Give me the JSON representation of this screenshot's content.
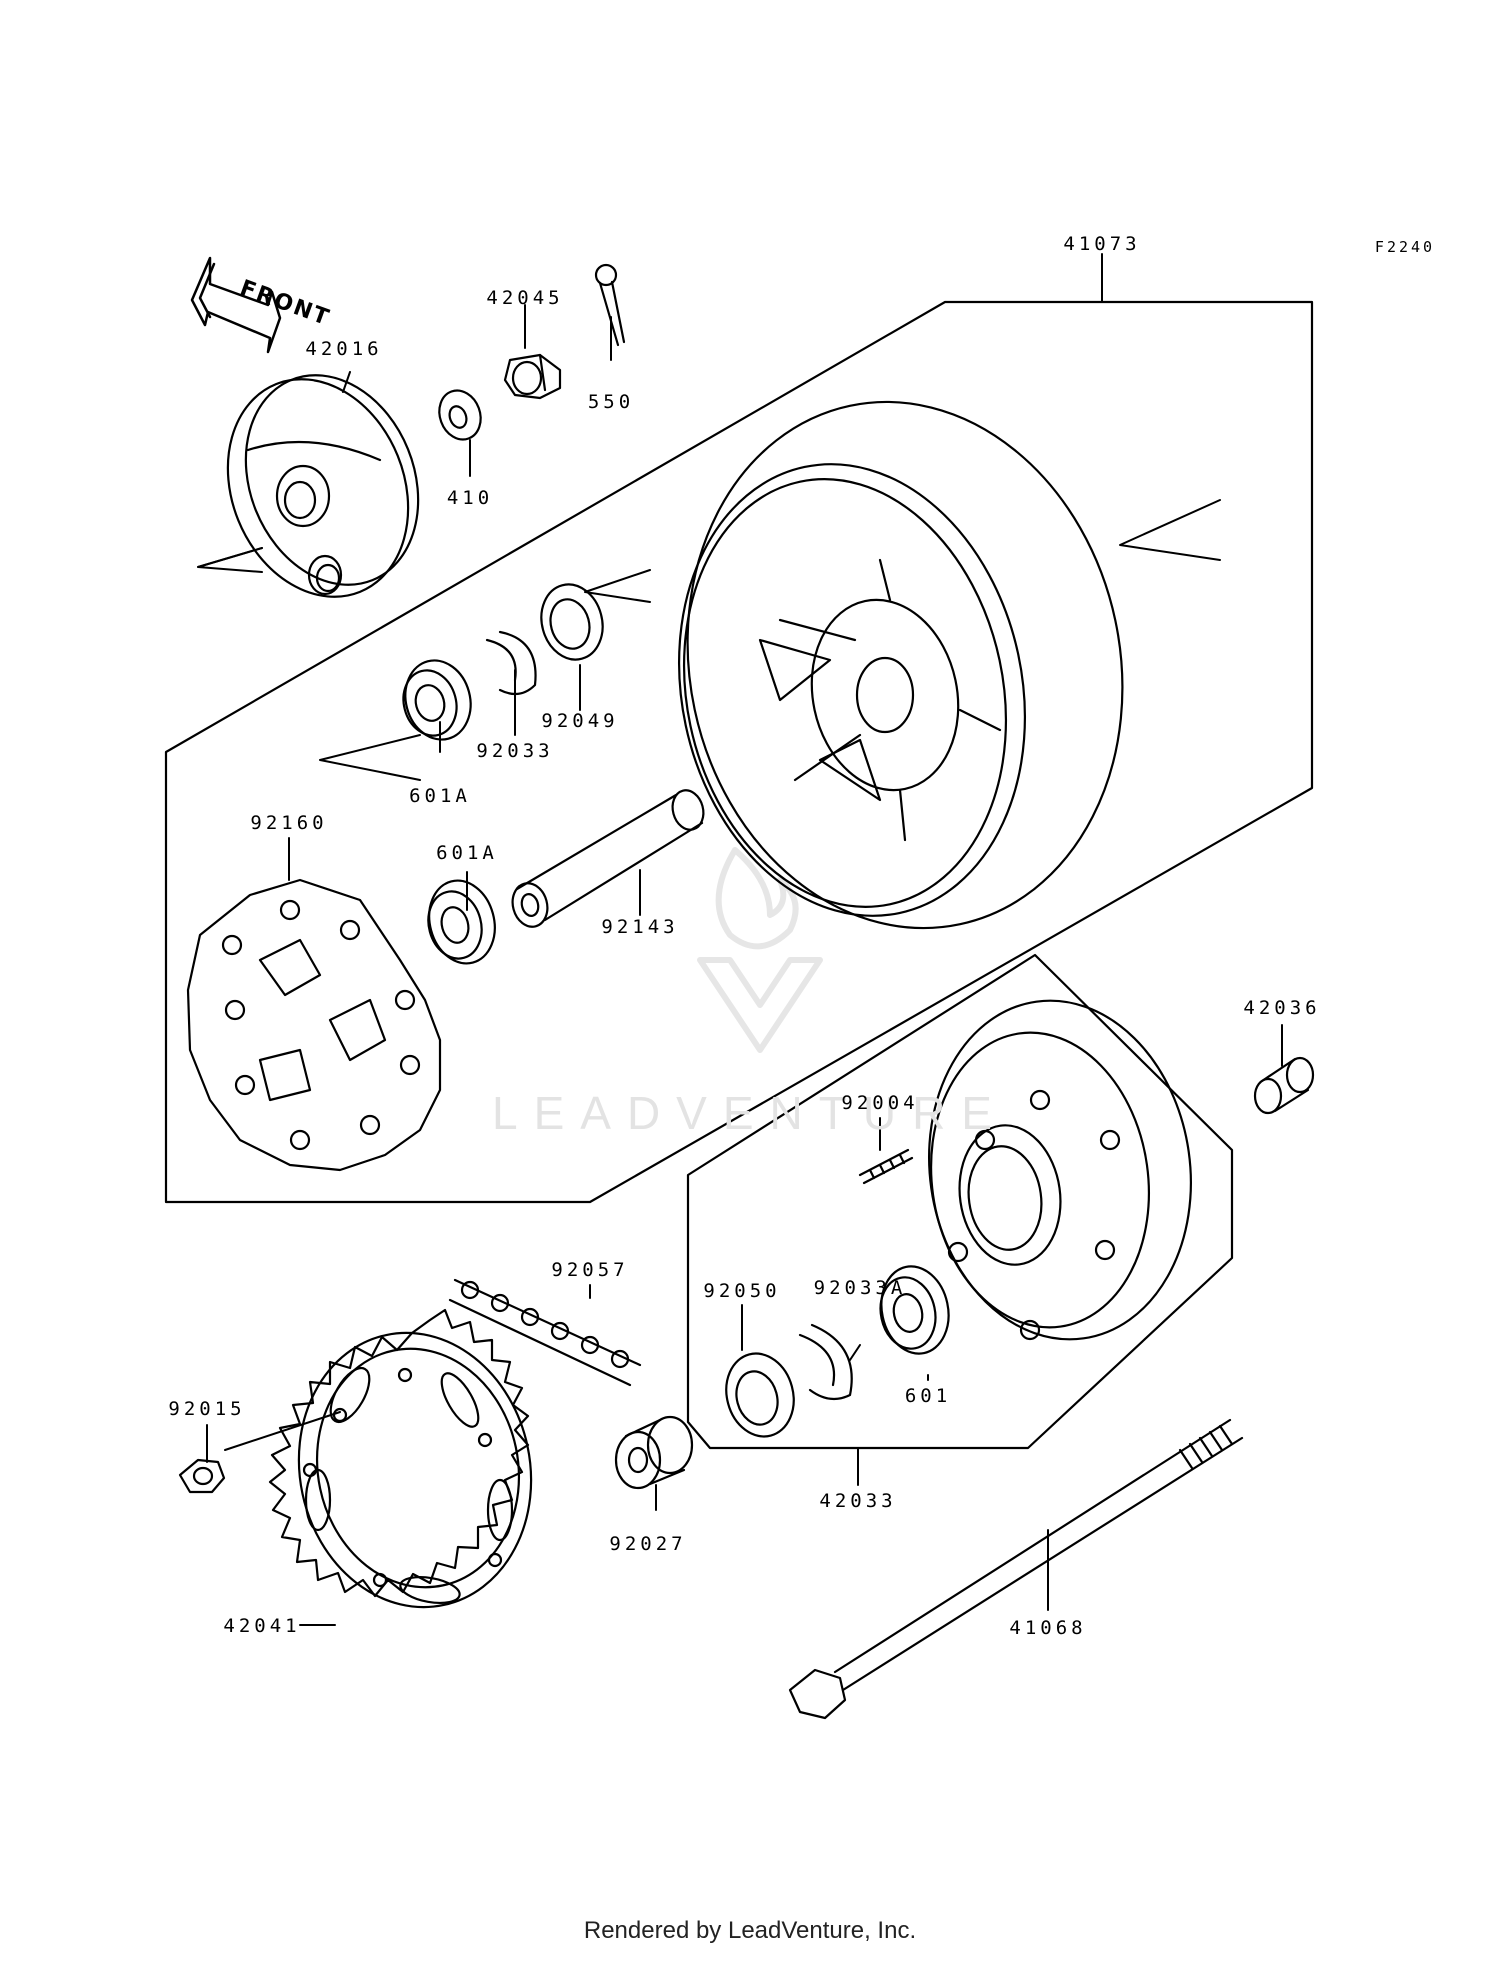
{
  "diagram": {
    "code": "F2240",
    "front_label": "FRONT",
    "watermark_text": "LEADVENTURE",
    "footer": "Rendered by LeadVenture, Inc.",
    "line_color": "#000000",
    "watermark_color": "#e3e3e3",
    "parts": [
      {
        "id": "41073",
        "label": "41073"
      },
      {
        "id": "42045",
        "label": "42045"
      },
      {
        "id": "42016",
        "label": "42016"
      },
      {
        "id": "550",
        "label": "550"
      },
      {
        "id": "410",
        "label": "410"
      },
      {
        "id": "92049",
        "label": "92049"
      },
      {
        "id": "92033",
        "label": "92033"
      },
      {
        "id": "601A-top",
        "label": "601A"
      },
      {
        "id": "92160",
        "label": "92160"
      },
      {
        "id": "601A-mid",
        "label": "601A"
      },
      {
        "id": "92143",
        "label": "92143"
      },
      {
        "id": "42036",
        "label": "42036"
      },
      {
        "id": "92004",
        "label": "92004"
      },
      {
        "id": "92057",
        "label": "92057"
      },
      {
        "id": "92033A",
        "label": "92033A"
      },
      {
        "id": "92050",
        "label": "92050"
      },
      {
        "id": "601",
        "label": "601"
      },
      {
        "id": "92015",
        "label": "92015"
      },
      {
        "id": "42033",
        "label": "42033"
      },
      {
        "id": "92027",
        "label": "92027"
      },
      {
        "id": "42041",
        "label": "42041"
      },
      {
        "id": "41068",
        "label": "41068"
      }
    ]
  }
}
